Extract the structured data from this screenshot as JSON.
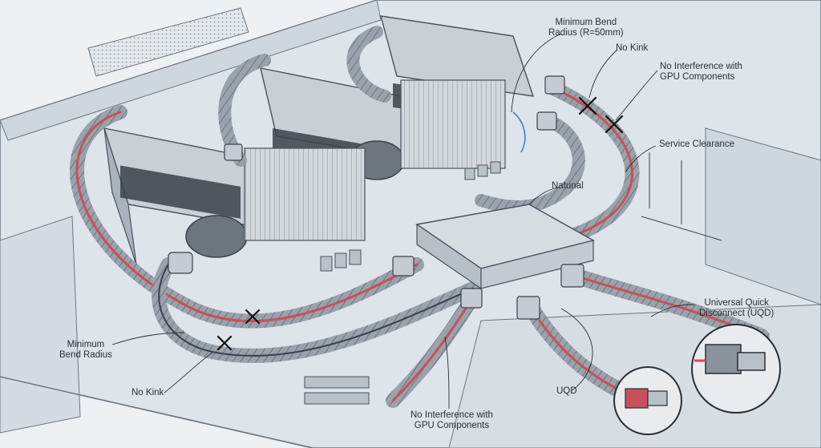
{
  "colors": {
    "background": "#eef1f4",
    "chassis": "#dde4ea",
    "chassis_line": "#6b7784",
    "hose_braid": "#8a929c",
    "hose_red": "#c8505a",
    "hose_dark": "#3b4149",
    "metal": "#c9cfd5",
    "label_text": "#2a2f36",
    "accent_blue": "#3a7bd5"
  },
  "icons": {
    "kink_mark": "x-mark-icon",
    "detail_callout": "magnifier-circle-icon"
  },
  "labels": {
    "min_bend_top": [
      "Minimum Bend",
      "Radius (R=50mm)"
    ],
    "no_kink_top": "No Kink",
    "no_interference_top": [
      "No Interference with",
      "GPU Components"
    ],
    "service_clearance": "Service Clearance",
    "natural": "Natunal",
    "uqd_callout": [
      "Universal Quick",
      "Disconnect (UQD)"
    ],
    "uqd_small": "UQD",
    "min_bend_left": [
      "Minimum",
      "Bend Radius"
    ],
    "no_kink_left": "No Kink",
    "no_interference_bottom": [
      "No Interference with",
      "GPU Components"
    ]
  }
}
